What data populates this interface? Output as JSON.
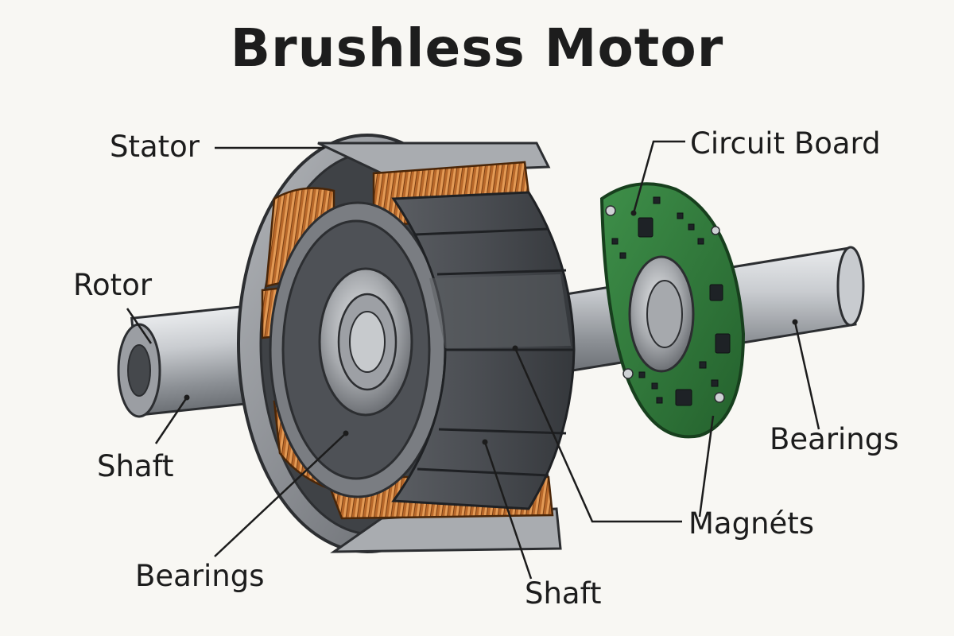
{
  "title": "Brushless Motor",
  "labels": {
    "stator": "Stator",
    "circuit_board": "Circuit Board",
    "rotor": "Rotor",
    "shaft_left": "Shaft",
    "bearings_right": "Bearings",
    "magnets": "Magnéts",
    "bearings_bottom": "Bearings",
    "shaft_bottom": "Shaft"
  },
  "colors": {
    "background": "#f8f7f3",
    "stator_housing": "#8d9095",
    "copper_winding": "#c2702f",
    "rotor_magnet": "#44474c",
    "shaft_steel": "#b9bcc0",
    "circuit_board": "#2f7a3a"
  }
}
